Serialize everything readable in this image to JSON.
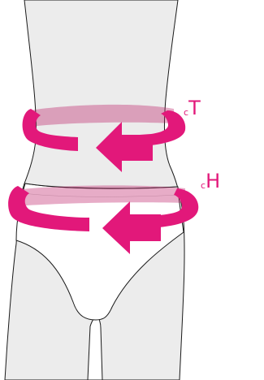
{
  "labels": {
    "waist": {
      "prefix": "c",
      "letter": "T"
    },
    "hip": {
      "prefix": "c",
      "letter": "H"
    }
  },
  "colors": {
    "accent": "#e2187a",
    "background": "#ffffff",
    "body_fill": "#ececec",
    "garment_fill": "#ffffff",
    "outline": "#1a1a1a"
  }
}
